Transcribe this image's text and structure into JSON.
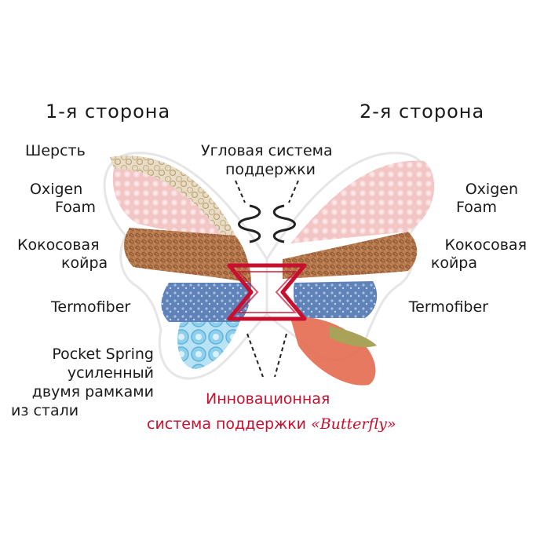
{
  "headings": {
    "side1": "1-я  сторона",
    "side2": "2-я  сторона"
  },
  "left_labels": {
    "wool": "Шерсть",
    "oxigen_1": "Oxigen",
    "oxigen_2": "Foam",
    "coco_1": "Кокосовая",
    "coco_2": "койра",
    "termo": "Termofiber",
    "pocket_1": "Pocket Spring",
    "pocket_2": "усиленный",
    "pocket_3": "двумя  рамками",
    "pocket_4": "из  стали"
  },
  "right_labels": {
    "oxigen_1": "Oxigen",
    "oxigen_2": "Foam",
    "coco_1": "Кокосовая",
    "coco_2": "койра",
    "termo": "Termofiber"
  },
  "center_labels": {
    "corner_1": "Угловая  система",
    "corner_2": "поддержки",
    "innov_1": "Инновационная",
    "innov_2": "система  поддержки",
    "innov_brand": "«Butterfly»"
  },
  "colors": {
    "pink": "#f3c6c6",
    "coir": "#b5774b",
    "blue": "#5f82b8",
    "spring": "#8fd0ec",
    "red": "#c8102e",
    "wool": "#e8dcc4"
  }
}
